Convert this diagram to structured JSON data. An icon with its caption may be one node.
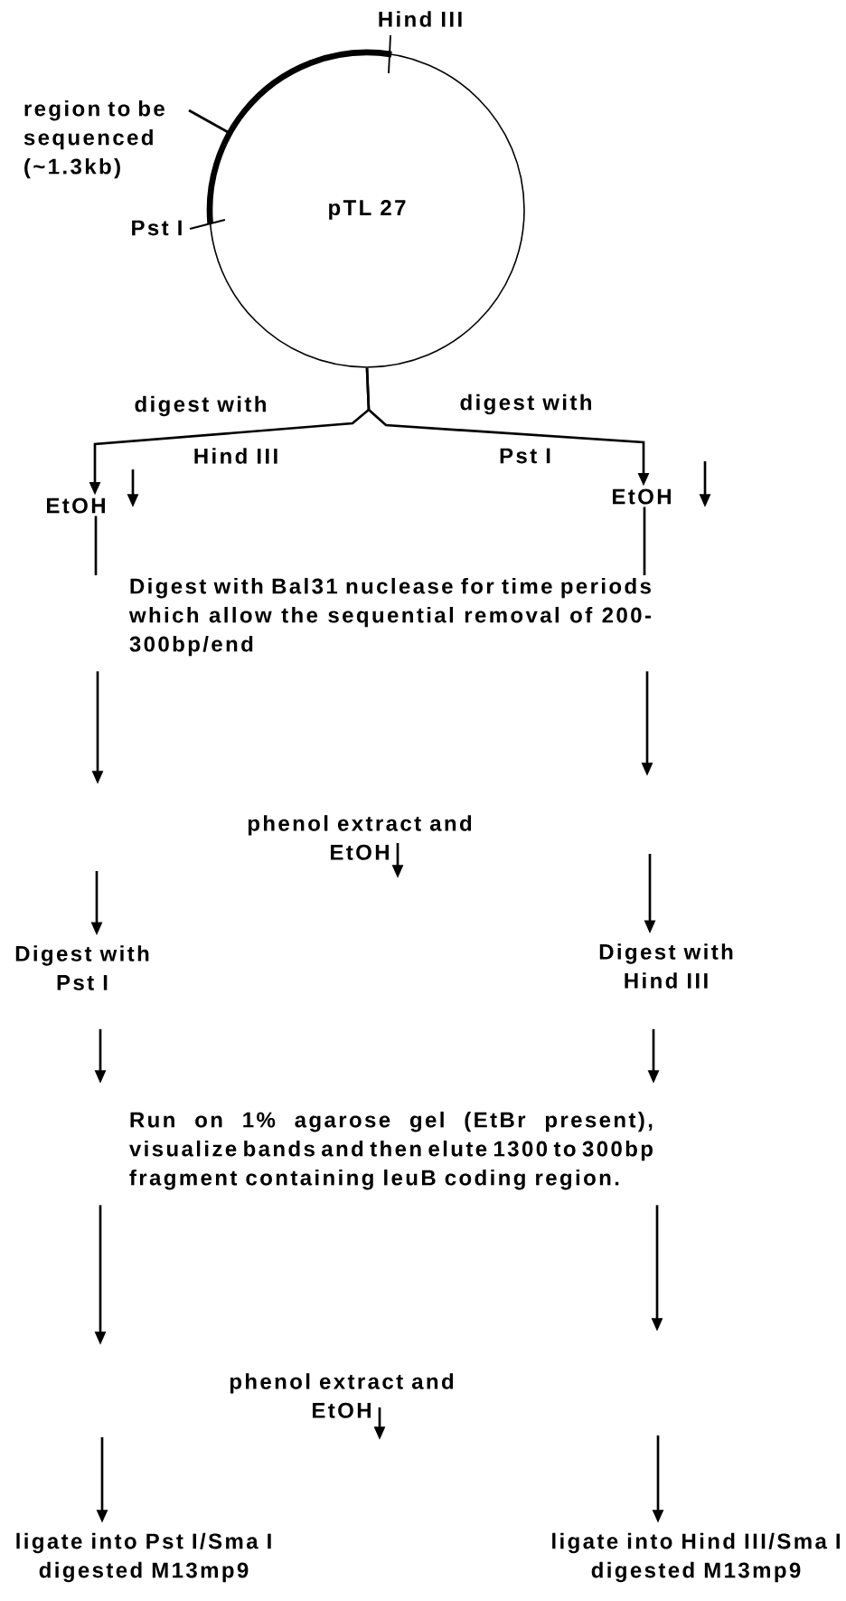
{
  "diagram": {
    "nodes": [
      {
        "text": [
          "pTL 27"
        ]
      },
      {
        "text": [
          "region to be sequenced (~1.3kb)"
        ]
      },
      {
        "text": [
          "EtOH"
        ]
      },
      {
        "text": [
          "EtOH"
        ]
      },
      {
        "text": [
          "Digest with Bal31 nuclease for time periods which allow the sequential removal of 200-300bp/end"
        ]
      },
      {
        "text": [
          "phenol extract and EtOH"
        ]
      },
      {
        "text": [
          "Digest with Pst I"
        ]
      },
      {
        "text": [
          "Digest with Hind III"
        ]
      },
      {
        "text": [
          "Run on 1% agarose gel (EtBr present), visualize bands and then elute 1300 to 300bp fragment containing leuB coding region."
        ]
      },
      {
        "text": [
          "phenol extract and EtOH"
        ]
      },
      {
        "text": [
          "ligate into Pst I/Sma I digested M13mp9"
        ]
      },
      {
        "text": [
          "ligate into Hind III/Sma I digested M13mp9"
        ]
      }
    ],
    "edges": [
      {
        "from": 0,
        "to": 2,
        "arrow": "to",
        "label": "digest with"
      },
      {
        "from": 0,
        "to": 3,
        "arrow": "to",
        "label": "digest with"
      },
      {
        "from": 1,
        "to": 0,
        "arrow": "none"
      },
      {
        "from": 2,
        "to": 4,
        "arrow": "none"
      },
      {
        "from": 3,
        "to": 4,
        "arrow": "none"
      },
      {
        "from": 4,
        "to": null,
        "arrow": "to"
      },
      {
        "from": 4,
        "to": null,
        "arrow": "to"
      },
      {
        "from": null,
        "to": 6,
        "arrow": "to"
      },
      {
        "from": null,
        "to": 7,
        "arrow": "to"
      },
      {
        "from": 6,
        "to": 8,
        "arrow": "to"
      },
      {
        "from": 7,
        "to": 8,
        "arrow": "to"
      },
      {
        "from": 8,
        "to": null,
        "arrow": "to"
      },
      {
        "from": 8,
        "to": null,
        "arrow": "to"
      },
      {
        "from": null,
        "to": 10,
        "arrow": "to"
      },
      {
        "from": null,
        "to": 11,
        "arrow": "to"
      }
    ],
    "labels": [
      "Hind III",
      "Pst I",
      "Hind III",
      "Pst I"
    ]
  }
}
